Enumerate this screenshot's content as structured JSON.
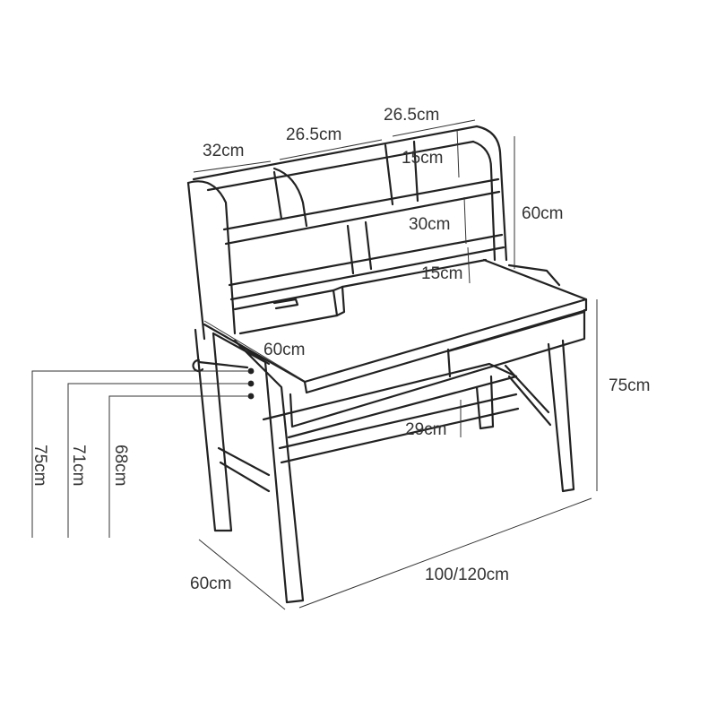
{
  "diagram": {
    "line_color": "#222222",
    "labels": {
      "shelf_left_width": "32cm",
      "shelf_mid_width": "26.5cm",
      "shelf_right_width": "26.5cm",
      "shelf_top_height": "15cm",
      "shelf_mid_height": "30cm",
      "shelf_low_height": "15cm",
      "hutch_height": "60cm",
      "desk_depth_top": "60cm",
      "desk_height": "75cm",
      "footrest_depth": "29cm",
      "adjust_height_75": "75cm",
      "adjust_height_71": "71cm",
      "adjust_height_68": "68cm",
      "base_depth": "60cm",
      "desk_width": "100/120cm"
    }
  }
}
